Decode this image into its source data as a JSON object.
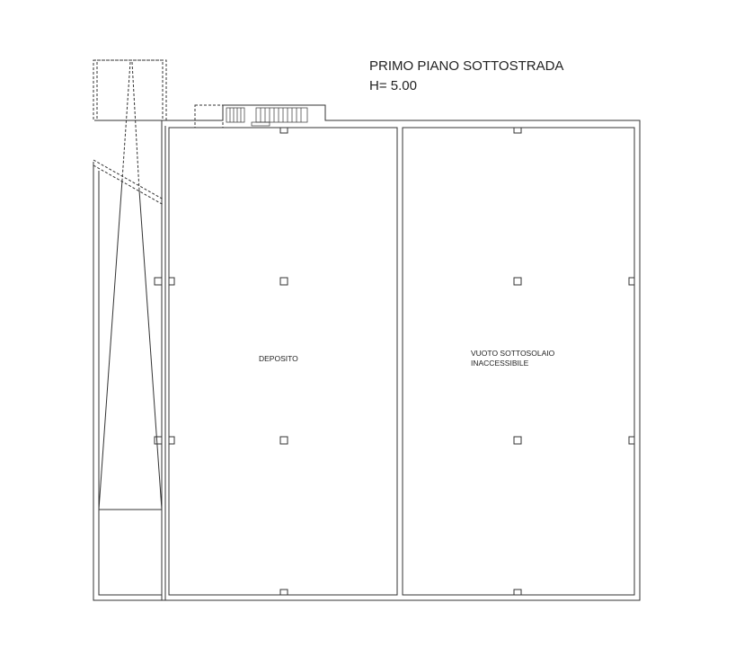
{
  "title": "PRIMO PIANO SOTTOSTRADA",
  "height_label": "H= 5.00",
  "rooms": [
    {
      "name": "DEPOSITO"
    },
    {
      "name": "VUOTO SOTTOSOLAIO",
      "name_line2": "INACCESSIBILE"
    }
  ],
  "colors": {
    "line": "#333333",
    "background": "#ffffff"
  }
}
